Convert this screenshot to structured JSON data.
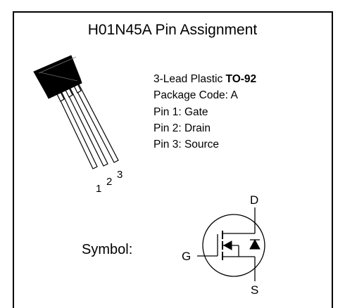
{
  "title": "H01N45A Pin Assignment",
  "package": {
    "line_prefix": "3-Lead Plastic ",
    "package_name": "TO-92",
    "package_code": "Package Code: A",
    "pins": [
      "Pin 1: Gate",
      "Pin 2: Drain",
      "Pin 3: Source"
    ]
  },
  "lead_numbers": [
    "1",
    "2",
    "3"
  ],
  "symbol": {
    "label": "Symbol:",
    "gate": "G",
    "drain": "D",
    "source": "S"
  }
}
